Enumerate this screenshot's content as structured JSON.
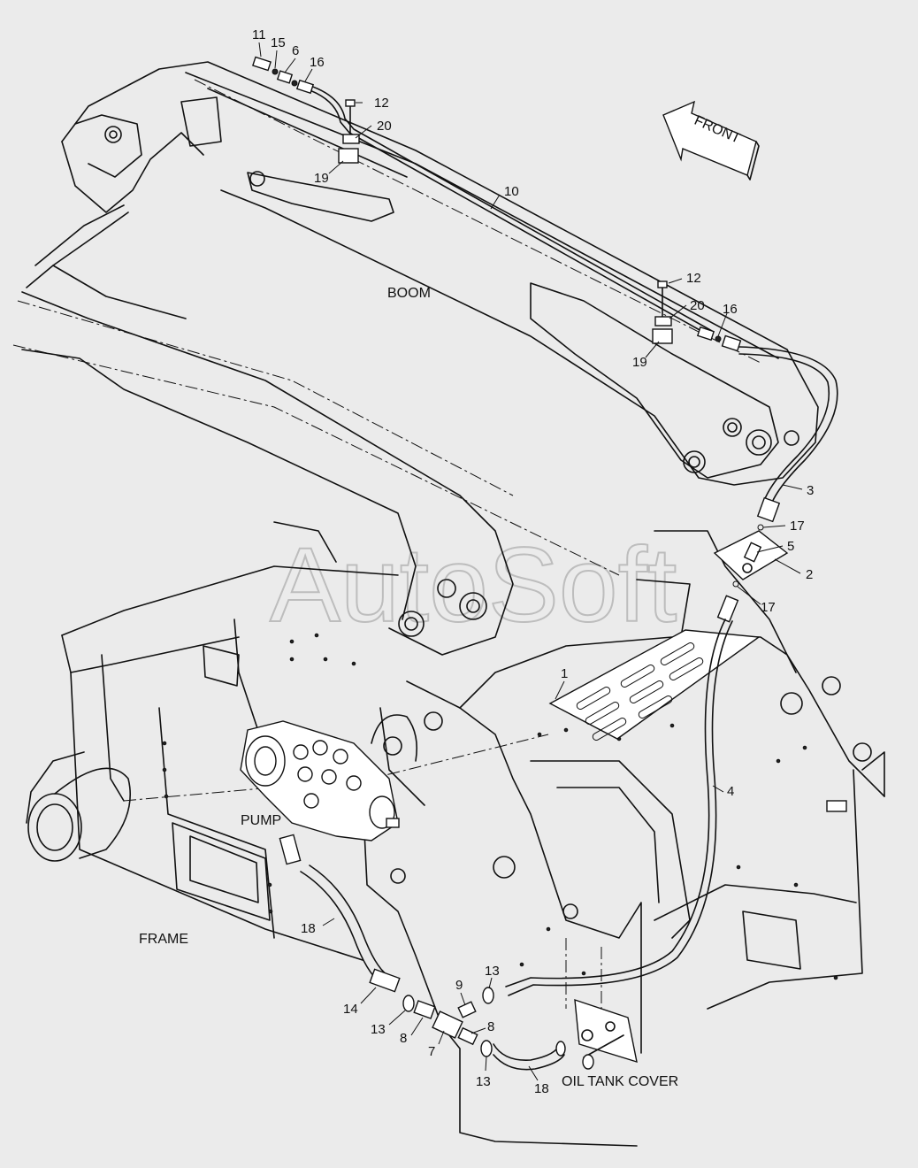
{
  "watermark": "AutoSoft",
  "arrow_label": "FRONT",
  "area_labels": {
    "boom": "BOOM",
    "frame": "FRAME",
    "pump": "PUMP",
    "oil_tank_cover": "OIL TANK COVER"
  },
  "callouts": [
    "11",
    "15",
    "6",
    "16",
    "12",
    "20",
    "19",
    "10",
    "12",
    "20",
    "16",
    "19",
    "3",
    "17",
    "5",
    "2",
    "17",
    "1",
    "4",
    "18",
    "14",
    "13",
    "8",
    "9",
    "13",
    "8",
    "7",
    "13",
    "18"
  ]
}
